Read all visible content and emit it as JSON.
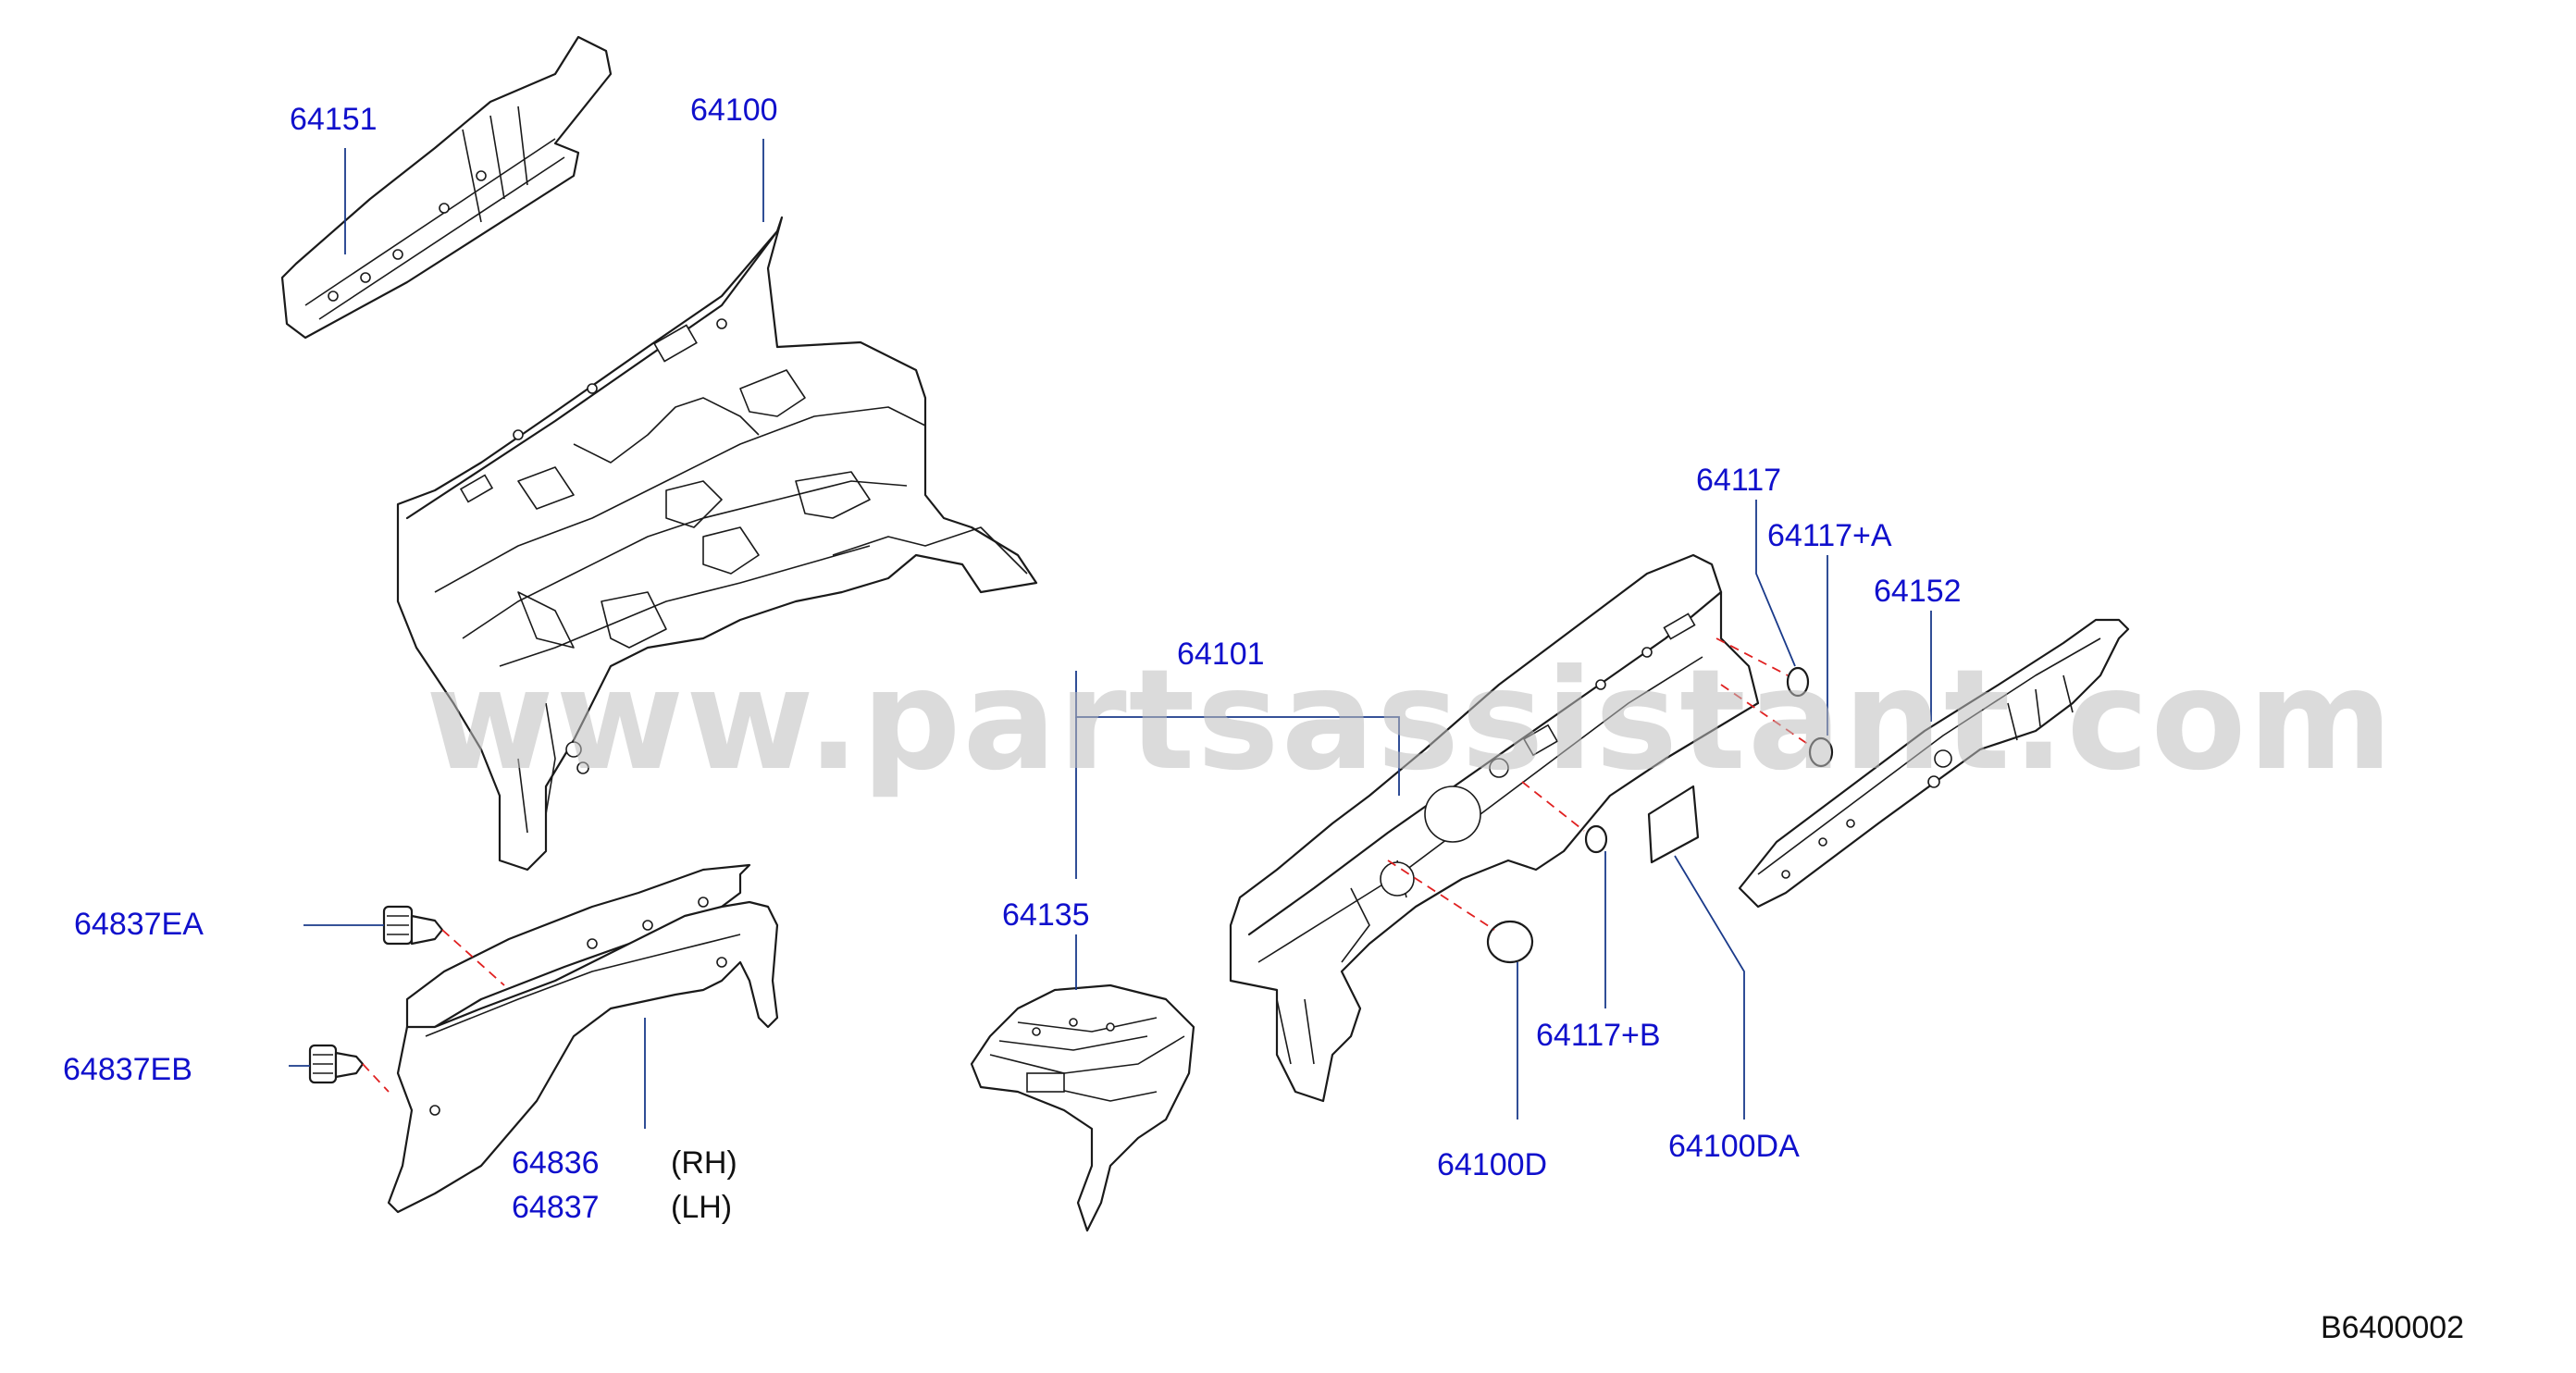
{
  "watermark": "www.partsassistant.com",
  "diagram_id": "B6400002",
  "callouts": {
    "p64151": "64151",
    "p64100": "64100",
    "p64117": "64117",
    "p64117A": "64117+A",
    "p64152": "64152",
    "p64101": "64101",
    "p64135": "64135",
    "p64837EA": "64837EA",
    "p64837EB": "64837EB",
    "p64836": "64836",
    "p64837": "64837",
    "p64117B": "64117+B",
    "p64100D": "64100D",
    "p64100DA": "64100DA"
  },
  "side_notes": {
    "rh": "(RH)",
    "lh": "(LH)"
  },
  "colors": {
    "callout_text": "#1010cc",
    "leader_line": "#1a3a8a",
    "fastener_dash": "#e02020",
    "watermark": "#bdbdbd"
  }
}
